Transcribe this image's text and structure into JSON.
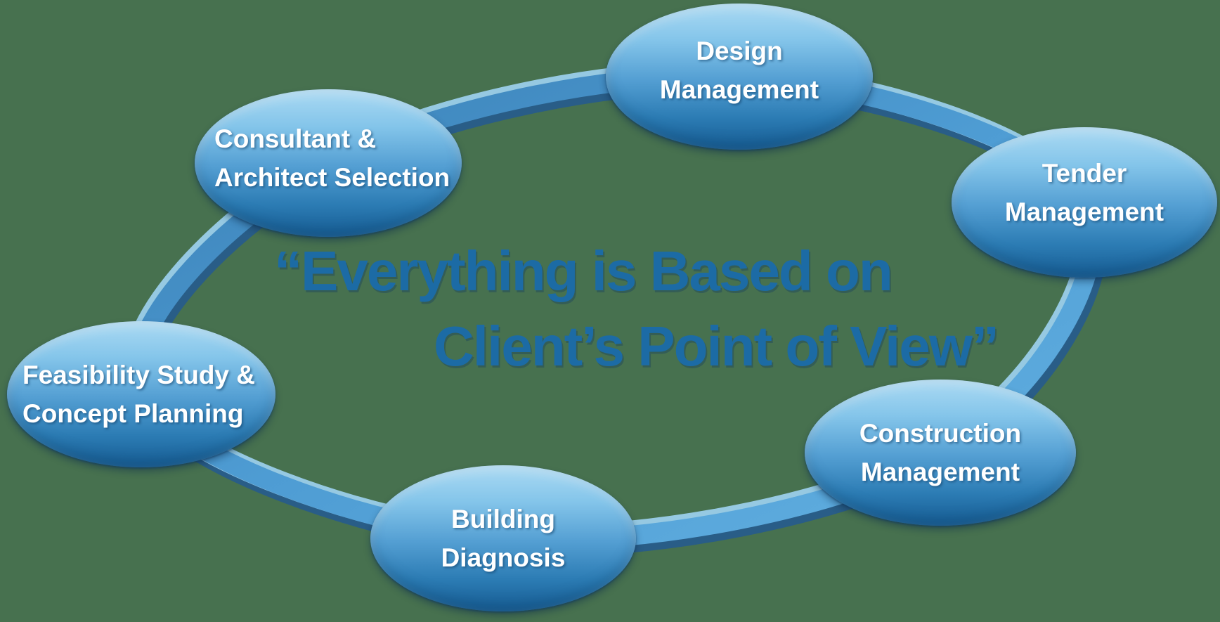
{
  "diagram": {
    "type": "cycle",
    "description": "Six-stage project management cycle around a central client-focused quote",
    "background_color": "#47714f"
  },
  "quote": {
    "line1": "“Everything is Based on",
    "line2": "Client’s Point of View”",
    "full_text": "“Everything is Based on Client’s Point of View”",
    "color": "#1c6ba5"
  },
  "bubbles": [
    {
      "id": "design-management",
      "line1": "Design",
      "line2": "Management"
    },
    {
      "id": "tender-management",
      "line1": "Tender",
      "line2": "Management"
    },
    {
      "id": "construction-management",
      "line1": "Construction",
      "line2": "Management"
    },
    {
      "id": "building-diagnosis",
      "line1": "Building",
      "line2": "Diagnosis"
    },
    {
      "id": "feasibility-study",
      "line1": "Feasibility Study &",
      "line2": "Concept Planning"
    },
    {
      "id": "consultant-selection",
      "line1": "Consultant &",
      "line2": "Architect Selection"
    }
  ],
  "colors": {
    "background": "#47714f",
    "bubble_gradient_top": "#abdaf3",
    "bubble_gradient_bottom": "#175d94",
    "bubble_text": "#ffffff",
    "ring_core": "#4a97ce",
    "ring_highlight": "#9ed3f2",
    "ring_shadow": "#265b8d",
    "quote_text": "#1c6ba5"
  }
}
